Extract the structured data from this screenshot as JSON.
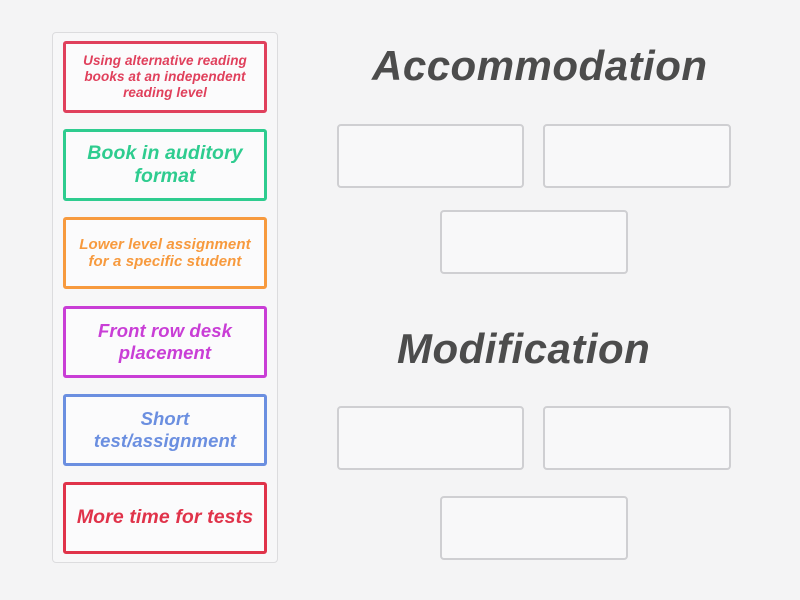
{
  "background_color": "#f4f4f5",
  "cards_panel": {
    "label": "draggable-answer-cards",
    "cards": [
      {
        "text": "Using alternative reading books at an independent reading level",
        "color": "#e0405c",
        "color_name": "red",
        "size_class": "fs-13"
      },
      {
        "text": "Book in auditory format",
        "color": "#2ecc8f",
        "color_name": "green",
        "size_class": "fs-19"
      },
      {
        "text": "Lower level assignment for a specific student",
        "color": "#f79a3e",
        "color_name": "orange",
        "size_class": "fs-15"
      },
      {
        "text": "Front row desk placement",
        "color": "#c93ed6",
        "color_name": "purple",
        "size_class": "fs-18"
      },
      {
        "text": "Short test/assignment",
        "color": "#6b8fe0",
        "color_name": "blue",
        "size_class": "fs-18"
      },
      {
        "text": "More time for tests",
        "color": "#e0334a",
        "color_name": "crimson",
        "size_class": "fs-19"
      }
    ]
  },
  "groups": [
    {
      "title": "Accommodation",
      "title_color": "#4c4c4c",
      "zones": [
        {
          "content": ""
        },
        {
          "content": ""
        },
        {
          "content": ""
        }
      ]
    },
    {
      "title": "Modification",
      "title_color": "#4c4c4c",
      "zones": [
        {
          "content": ""
        },
        {
          "content": ""
        },
        {
          "content": ""
        }
      ]
    }
  ]
}
